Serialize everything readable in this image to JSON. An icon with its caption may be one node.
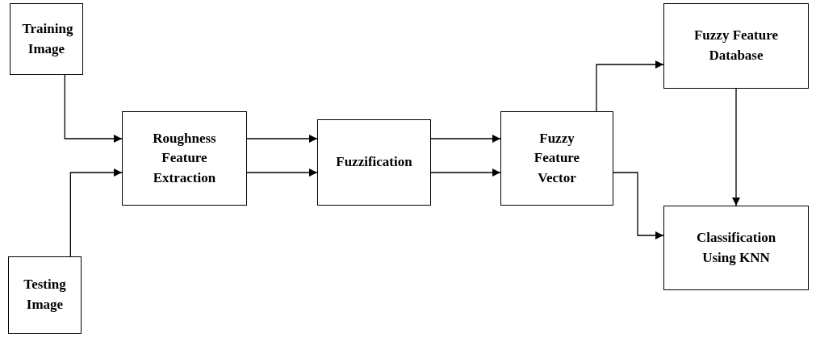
{
  "diagram": {
    "nodes": [
      {
        "text": [
          "Training Image"
        ]
      },
      {
        "text": [
          "Testing Image"
        ]
      },
      {
        "text": [
          "Roughness Feature Extraction"
        ]
      },
      {
        "text": [
          "Fuzzification"
        ]
      },
      {
        "text": [
          "Fuzzy Feature Vector"
        ]
      },
      {
        "text": [
          "Fuzzy Feature Database"
        ]
      },
      {
        "text": [
          "Classification Using KNN"
        ]
      }
    ],
    "edges": [
      {
        "from": 0,
        "to": 2,
        "arrow": "to"
      },
      {
        "from": 1,
        "to": 2,
        "arrow": "to"
      },
      {
        "from": 2,
        "to": 3,
        "arrow": "to"
      },
      {
        "from": 2,
        "to": 3,
        "arrow": "to"
      },
      {
        "from": 3,
        "to": 4,
        "arrow": "to"
      },
      {
        "from": 3,
        "to": 4,
        "arrow": "to"
      },
      {
        "from": 4,
        "to": 5,
        "arrow": "to"
      },
      {
        "from": 4,
        "to": 6,
        "arrow": "to"
      },
      {
        "from": 5,
        "to": 6,
        "arrow": "to"
      }
    ]
  }
}
